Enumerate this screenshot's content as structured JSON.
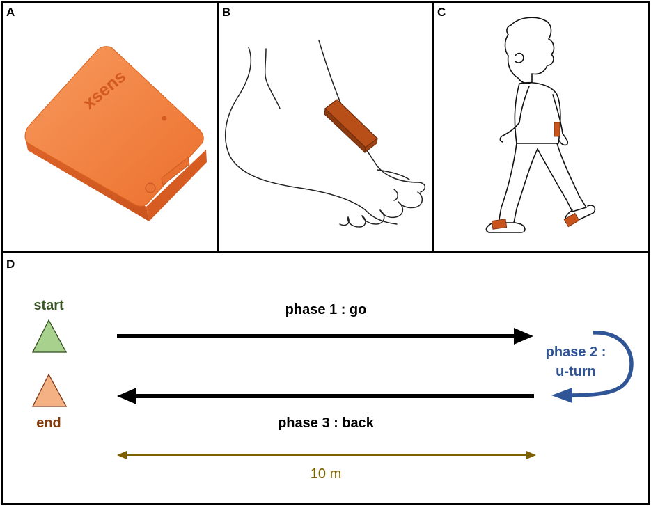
{
  "panels": {
    "a": {
      "label": "A",
      "device_brand": "xsens"
    },
    "b": {
      "label": "B"
    },
    "c": {
      "label": "C"
    },
    "d": {
      "label": "D"
    }
  },
  "protocol": {
    "start_label": "start",
    "end_label": "end",
    "phase1_label": "phase 1 : go",
    "phase2_line1": "phase 2 :",
    "phase2_line2": "u-turn",
    "phase3_label": "phase 3 : back",
    "distance_label": "10 m"
  },
  "colors": {
    "sensor_orange": "#f07a3c",
    "sensor_block": "#c8541c",
    "start_fill": "#a9d18e",
    "start_text": "#375623",
    "end_fill": "#f4b183",
    "end_text": "#843c0c",
    "uturn_blue": "#2f5597",
    "uturn_text": "#2f5597",
    "distance_color": "#7f6000",
    "arrow_black": "#000000"
  }
}
